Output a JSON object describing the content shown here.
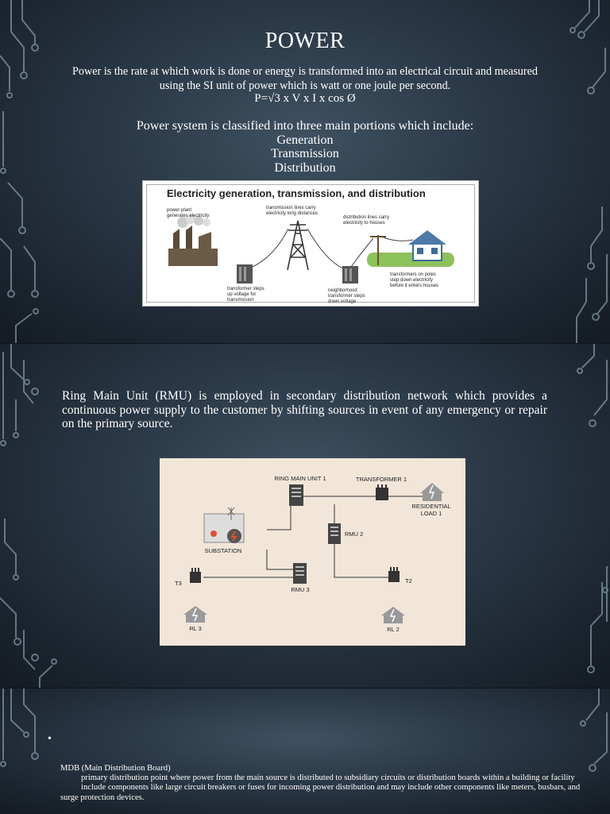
{
  "slide1": {
    "title": "POWER",
    "definition": "Power is the rate at which work is done or energy is transformed into an electrical circuit and measured using the SI unit of power which is watt or one joule per second.",
    "formula": "P=√3 x V x I x cos Ø",
    "classified_intro": "Power system is classified into three main portions which include:",
    "portions": [
      "Generation",
      "Transmission",
      "Distribution"
    ],
    "figure": {
      "title": "Electricity generation, transmission, and distribution",
      "labels": {
        "plant": [
          "power plant",
          "generates electricity"
        ],
        "transmission": [
          "transmission lines carry",
          "electricity long distances"
        ],
        "distribution": [
          "distribution lines carry",
          "electricity to houses"
        ],
        "step_up": [
          "transformer steps",
          "up voltage for",
          "transmission"
        ],
        "neighborhood": [
          "neighborhood",
          "transformer steps",
          "down voltage"
        ],
        "poles": [
          "transformers on poles",
          "step down electricity",
          "before it enters houses"
        ]
      }
    }
  },
  "slide2": {
    "paragraph": "Ring Main Unit (RMU) is employed in secondary distribution network which provides a continuous power supply to the customer by shifting sources in event of any emergency or repair on the primary source.",
    "diagram": {
      "ring_main_unit_1": "RING MAIN UNIT 1",
      "transformer_1": "TRANSFORMER 1",
      "residential_load_1": [
        "RESIDENTIAL",
        "LOAD 1"
      ],
      "substation": "SUBSTATION",
      "rmu2": "RMU 2",
      "rmu3": "RMU 3",
      "t3": "T3",
      "t2": "T2",
      "rl3": "RL 3",
      "rl2": "RL 2"
    }
  },
  "slide3": {
    "bullet": "•",
    "heading": "MDB (Main Distribution Board)",
    "line1": "primary distribution point where power from the main source is distributed to subsidiary circuits or distribution boards within a building or facility",
    "line2": "include components like large circuit breakers or fuses for incoming power distribution and may include other components like meters, busbars, and surge protection devices."
  }
}
